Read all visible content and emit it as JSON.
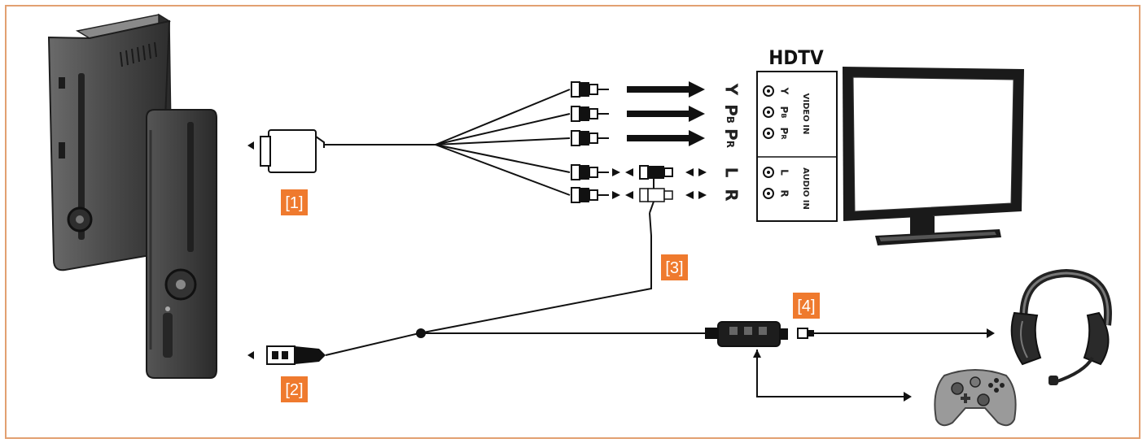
{
  "colors": {
    "frame": "#e2a071",
    "badge": "#ef7a2e",
    "line": "#111111",
    "device": "#4a4a4a"
  },
  "tv": {
    "title": "HDTV"
  },
  "video_ports": {
    "y": "Y",
    "pb": "P",
    "pb_sub": "B",
    "pr": "P",
    "pr_sub": "R"
  },
  "audio_ports": {
    "left": "L",
    "right": "R"
  },
  "tv_panel": {
    "video_label": "VIDEO IN",
    "audio_label": "AUDIO IN",
    "video_y": "Y",
    "video_pb": "P",
    "video_pb_sub": "B",
    "video_pr": "P",
    "video_pr_sub": "R",
    "audio_l": "L",
    "audio_r": "R"
  },
  "callouts": {
    "c1": "[1]",
    "c2": "[2]",
    "c3": "[3]",
    "c4": "[4]"
  },
  "icons": [
    "xbox-console-icon",
    "xbox-slim-console-icon",
    "component-av-connector-icon",
    "usb-plug-icon",
    "rca-plug-icon",
    "rca-splitter-icon",
    "inline-amp-icon",
    "headset-plug-icon",
    "hdtv-icon",
    "headset-icon",
    "controller-icon",
    "arrow-right-icon",
    "arrow-left-icon"
  ]
}
